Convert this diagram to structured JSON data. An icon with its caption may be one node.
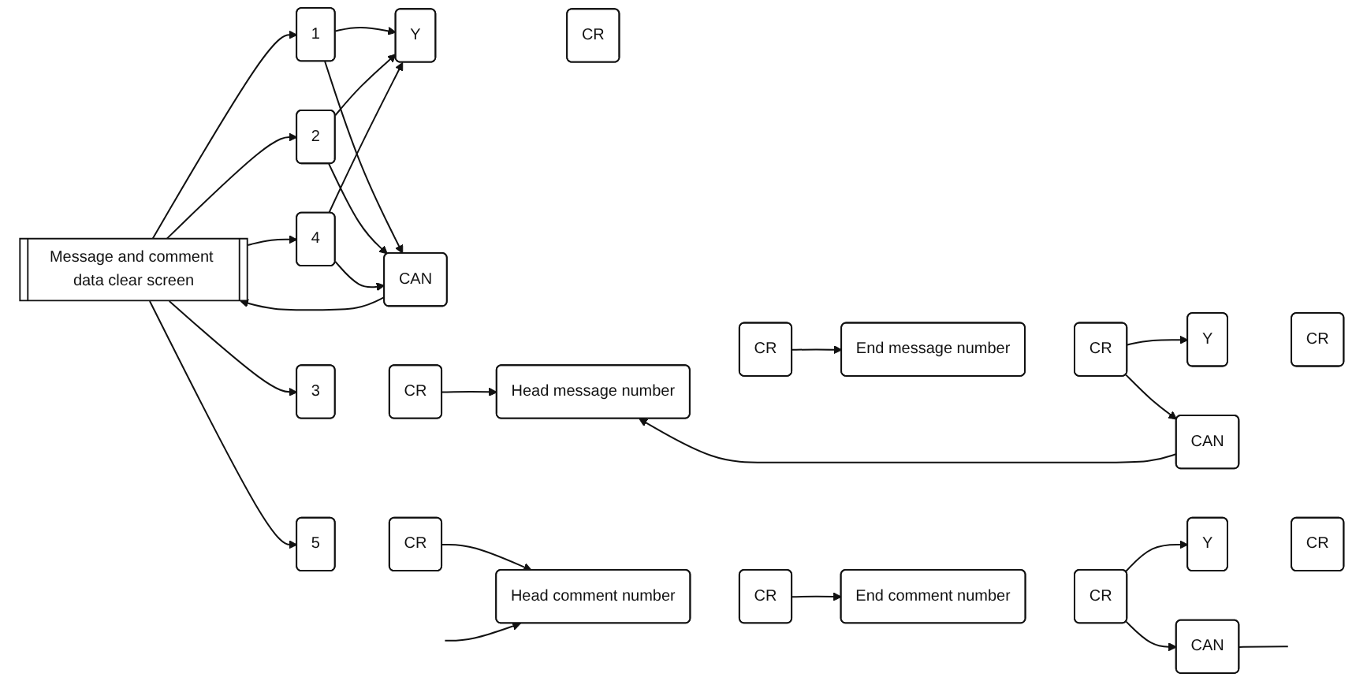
{
  "diagram": {
    "nodes": [
      {
        "text": [
          "Message and comment data clear screen"
        ]
      },
      {
        "text": [
          "1"
        ]
      },
      {
        "text": [
          "2"
        ]
      },
      {
        "text": [
          "4"
        ]
      },
      {
        "text": [
          "Y"
        ]
      },
      {
        "text": [
          "CR"
        ]
      },
      {
        "text": [
          "CAN"
        ]
      },
      {
        "text": [
          "3"
        ]
      },
      {
        "text": [
          "CR"
        ]
      },
      {
        "text": [
          "Head message number"
        ]
      },
      {
        "text": [
          "CR"
        ]
      },
      {
        "text": [
          "End message number"
        ]
      },
      {
        "text": [
          "CR"
        ]
      },
      {
        "text": [
          "Y"
        ]
      },
      {
        "text": [
          "CR"
        ]
      },
      {
        "text": [
          "CAN"
        ]
      },
      {
        "text": [
          "5"
        ]
      },
      {
        "text": [
          "CR"
        ]
      },
      {
        "text": [
          "Head comment number"
        ]
      },
      {
        "text": [
          "CR"
        ]
      },
      {
        "text": [
          "End comment number"
        ]
      },
      {
        "text": [
          "CR"
        ]
      },
      {
        "text": [
          "Y"
        ]
      },
      {
        "text": [
          "CR"
        ]
      },
      {
        "text": [
          "CAN"
        ]
      }
    ],
    "edges": [
      {
        "from": 0,
        "to": 1,
        "arrow": "to"
      },
      {
        "from": 0,
        "to": 2,
        "arrow": "to"
      },
      {
        "from": 0,
        "to": 3,
        "arrow": "to"
      },
      {
        "from": 0,
        "to": 7,
        "arrow": "to"
      },
      {
        "from": 0,
        "to": 16,
        "arrow": "to"
      },
      {
        "from": 1,
        "to": 4,
        "arrow": "to"
      },
      {
        "from": 1,
        "to": 6,
        "arrow": "to"
      },
      {
        "from": 2,
        "to": 4,
        "arrow": "to"
      },
      {
        "from": 2,
        "to": 6,
        "arrow": "to"
      },
      {
        "from": 3,
        "to": 4,
        "arrow": "to"
      },
      {
        "from": 3,
        "to": 6,
        "arrow": "to"
      },
      {
        "from": 6,
        "to": 0,
        "arrow": "to"
      },
      {
        "from": 8,
        "to": 9,
        "arrow": "to"
      },
      {
        "from": 10,
        "to": 11,
        "arrow": "to"
      },
      {
        "from": 12,
        "to": 13,
        "arrow": "to"
      },
      {
        "from": 12,
        "to": 15,
        "arrow": "to"
      },
      {
        "from": 15,
        "to": 9,
        "arrow": "to"
      },
      {
        "from": 17,
        "to": 18,
        "arrow": "to"
      },
      {
        "from": 19,
        "to": 20,
        "arrow": "to"
      },
      {
        "from": 21,
        "to": 22,
        "arrow": "to"
      },
      {
        "from": 21,
        "to": 24,
        "arrow": "to"
      },
      {
        "from": 24,
        "to": null,
        "arrow": "none"
      },
      {
        "from": null,
        "to": 18,
        "arrow": "to"
      }
    ]
  }
}
